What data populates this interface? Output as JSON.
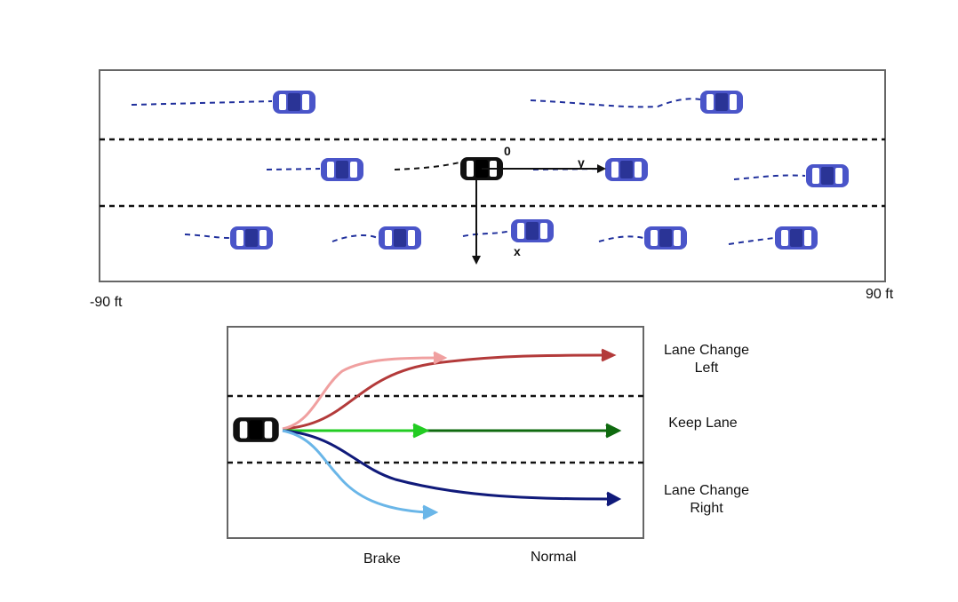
{
  "highway": {
    "range_left_label": "-90 ft",
    "range_right_label": "90 ft",
    "origin_label": "0",
    "x_axis_label": "x",
    "y_axis_label": "y",
    "ego_color": "#111111",
    "other_color": "#4a55c9",
    "trail_color": "#1f2f9c"
  },
  "maneuvers": {
    "items": [
      {
        "label": "Lane Change\nLeft",
        "color_brake": "#f0a0a0",
        "color_normal": "#b33a3a"
      },
      {
        "label": "Keep Lane",
        "color_brake": "#22cc22",
        "color_normal": "#0f6a0f"
      },
      {
        "label": "Lane Change\nRight",
        "color_brake": "#6ab6e8",
        "color_normal": "#101a7a"
      }
    ],
    "speed_modes": [
      "Brake",
      "Normal"
    ]
  }
}
